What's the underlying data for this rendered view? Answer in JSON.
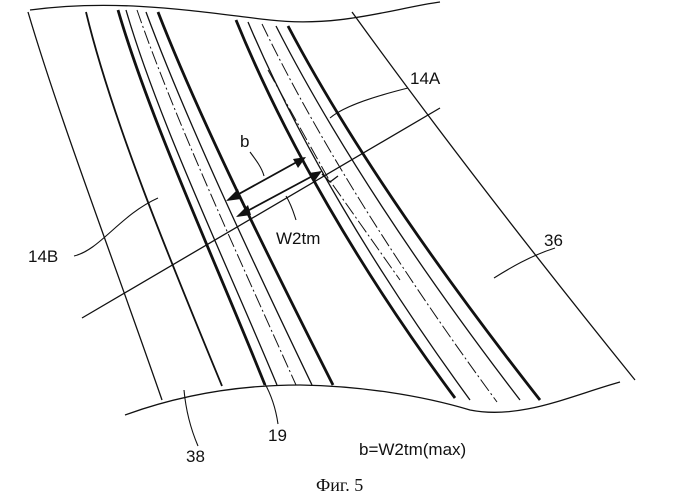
{
  "labels": {
    "groove_a": "14A",
    "groove_b": "14B",
    "region_36": "36",
    "region_38": "38",
    "region_19": "19",
    "dim_b": "b",
    "dim_w2tm": "W2tm"
  },
  "formula": "b=W2tm(max)",
  "caption": "Фиг. 5"
}
